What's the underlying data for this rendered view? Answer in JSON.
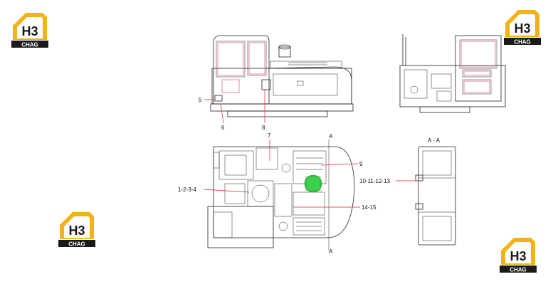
{
  "logo": {
    "brand": "H3",
    "sub": "CHAG",
    "accent": "#f2b21a",
    "dark": "#1a1a1a"
  },
  "section_marks": {
    "a_top": "A",
    "a_bottom": "A",
    "section_title": "A - A"
  },
  "callouts": {
    "c5": "5",
    "c6": "6",
    "c8": "8",
    "c7": "7",
    "c9": "9",
    "c1234": "1-2-3-4",
    "c1415": "14-15",
    "c10111213": "10-11-12-13"
  },
  "colors": {
    "highlight_green": "#3bd14a",
    "leader_red": "#d22222",
    "pink_outline": "#e46aa0"
  }
}
